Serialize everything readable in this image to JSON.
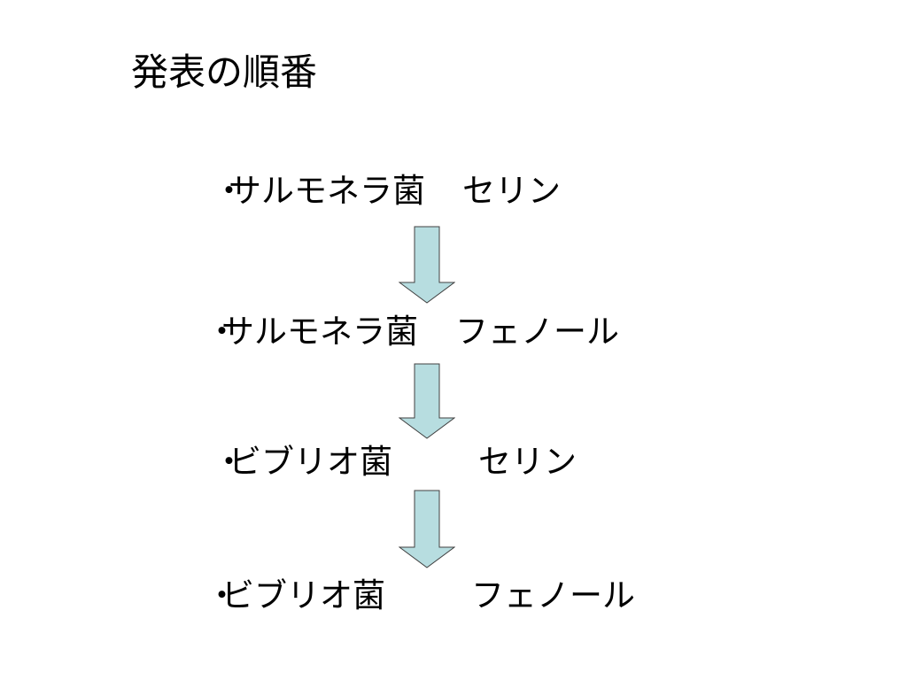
{
  "title": "発表の順番",
  "arrow_fill": "#b7dde0",
  "steps": [
    {
      "bullet": "・",
      "organism": "サルモネラ菌",
      "compound": "セリン"
    },
    {
      "bullet": "・",
      "organism": "サルモネラ菌",
      "compound": "フェノール"
    },
    {
      "bullet": "・",
      "organism": "ビブリオ菌",
      "compound": "セリン"
    },
    {
      "bullet": "・",
      "organism": "ビブリオ菌",
      "compound": "フェノール"
    }
  ]
}
